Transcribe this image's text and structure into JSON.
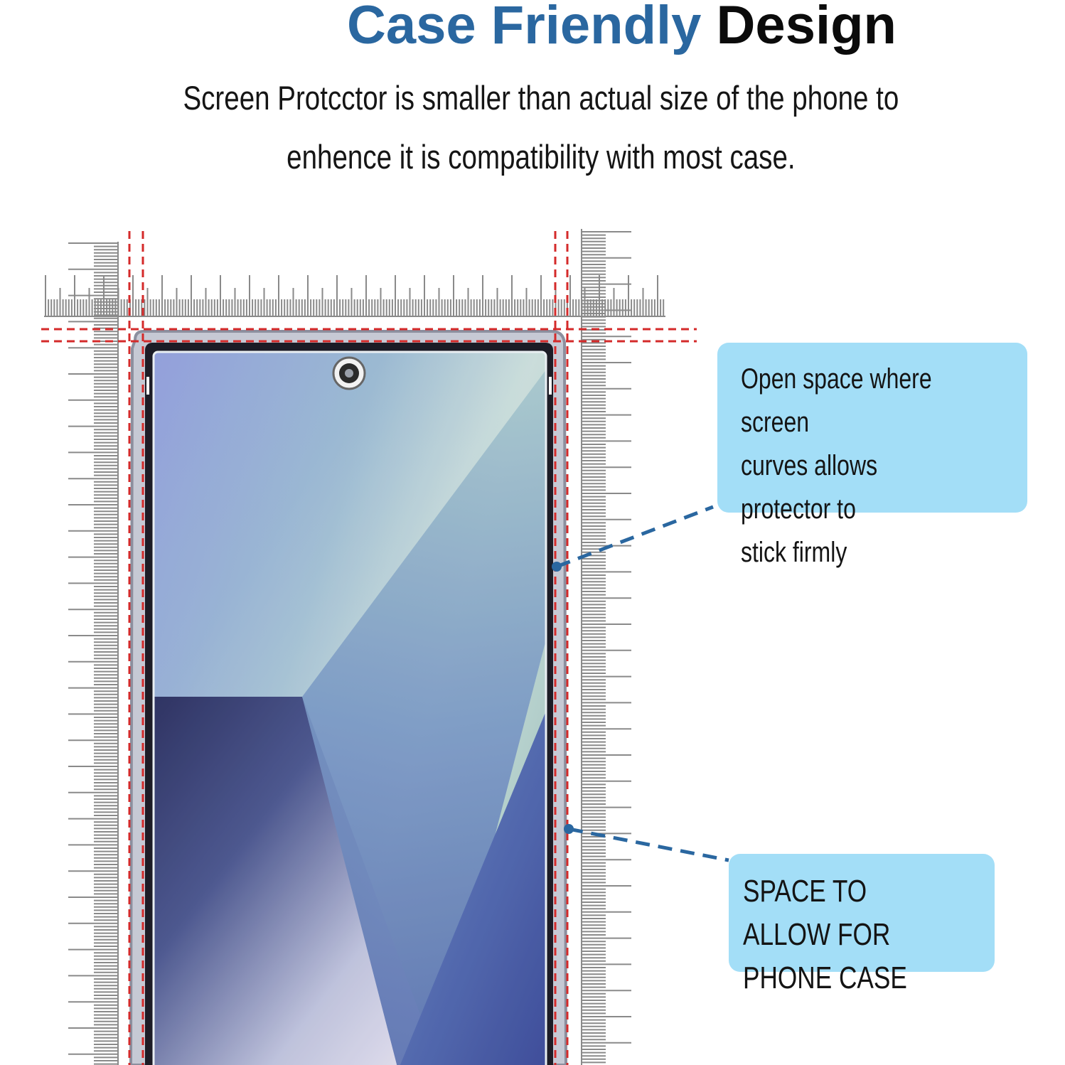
{
  "heading": {
    "accent": "Case Friendly",
    "rest": "Design",
    "accent_color": "#2a67a0"
  },
  "description": {
    "line1": "Screen Protcctor is smaller than actual size of the phone to",
    "line2": "enhence it is compatibility with most case."
  },
  "callouts": {
    "curve_space": "Open space where screen\ncurves allows protector to\nstick firmly",
    "case_space": "SPACE TO ALLOW FOR\nPHONE CASE",
    "bg_color": "#a3def7",
    "leader_color": "#2a67a0"
  },
  "phone": {
    "camera": "camera-hole-icon",
    "guide_color": "#d42a2a"
  }
}
